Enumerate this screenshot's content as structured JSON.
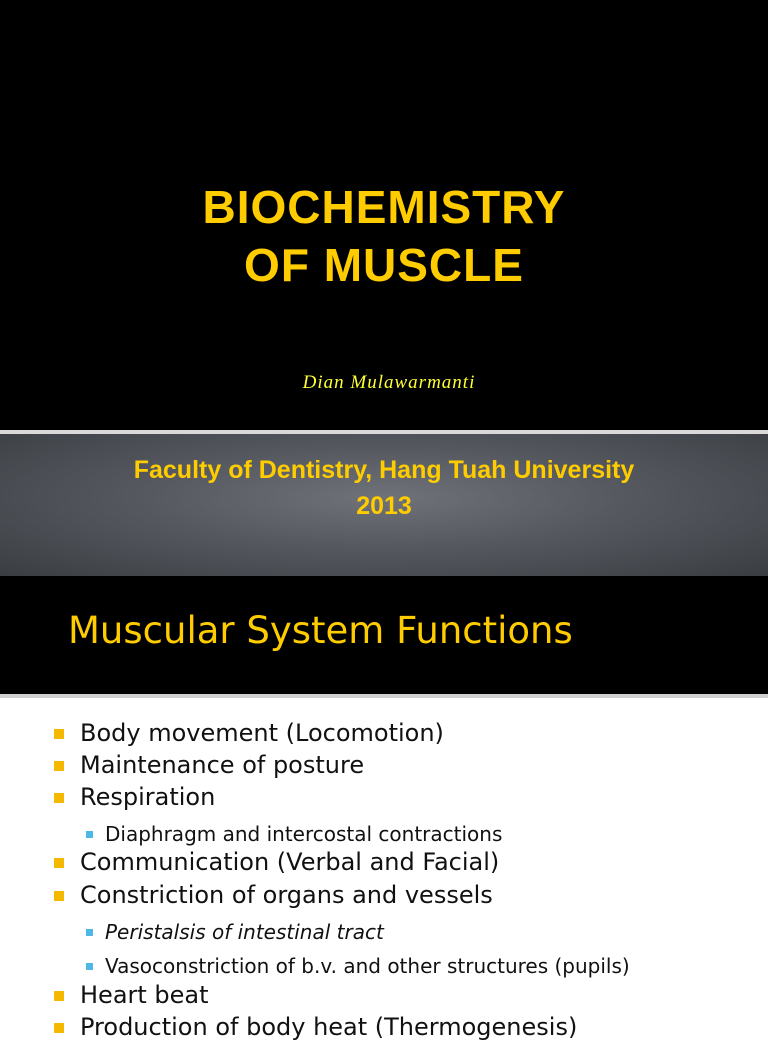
{
  "slide1": {
    "title_line1": "BIOCHEMISTRY",
    "title_line2": "OF MUSCLE",
    "author": "Dian  Mulawarmanti",
    "institution_line1": "Faculty of Dentistry, Hang Tuah University",
    "institution_line2": "2013"
  },
  "slide2": {
    "title": "Muscular System Functions",
    "items": [
      {
        "text": "Body movement (Locomotion)",
        "level": 1
      },
      {
        "text": "Maintenance of posture",
        "level": 1
      },
      {
        "text": "Respiration",
        "level": 1
      },
      {
        "text": "Diaphragm and intercostal contractions",
        "level": 2
      },
      {
        "text": "Communication (Verbal and Facial)",
        "level": 1
      },
      {
        "text": "Constriction of organs and vessels",
        "level": 1
      },
      {
        "text": "Peristalsis of intestinal tract",
        "level": 2,
        "italic": true
      },
      {
        "text": "Vasoconstriction of b.v. and other structures (pupils)",
        "level": 2
      },
      {
        "text": "Heart beat",
        "level": 1
      },
      {
        "text": "Production of body heat (Thermogenesis)",
        "level": 1
      }
    ]
  },
  "colors": {
    "accent": "#ffcc00",
    "bullet_l1": "#f5b800",
    "bullet_l2": "#4db8e6",
    "background": "#000000"
  }
}
